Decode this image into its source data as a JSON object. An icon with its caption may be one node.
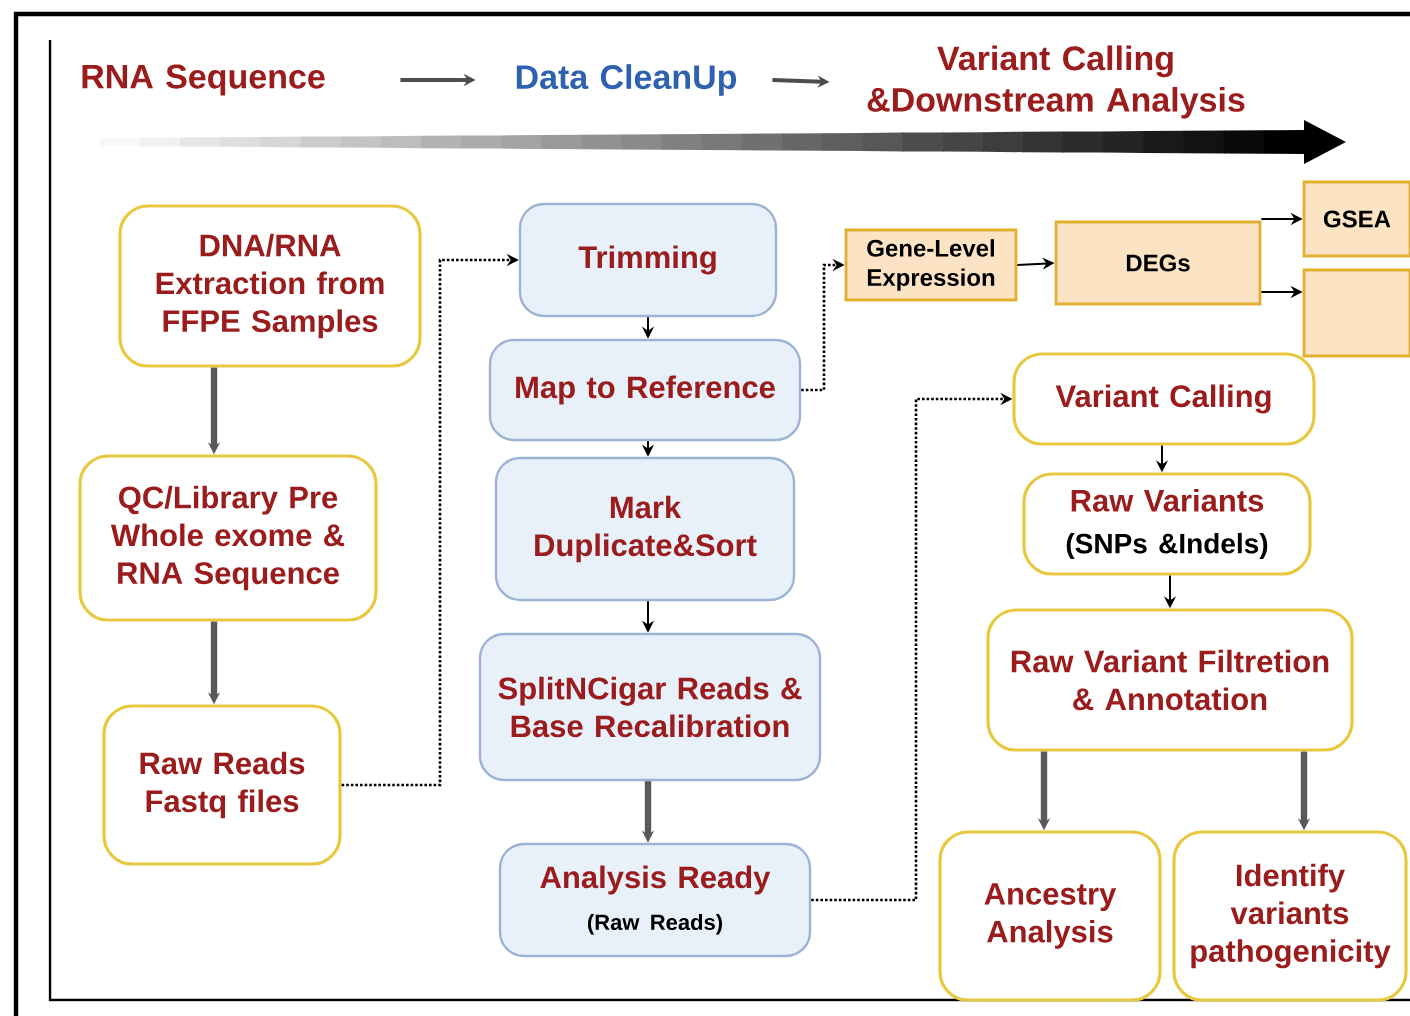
{
  "diagram": {
    "nodes": [
      {
        "text": [
          "RNA Sequence"
        ]
      },
      {
        "text": [
          "Data CleanUp"
        ]
      },
      {
        "text": [
          "Variant Calling &Downstream Analysis"
        ]
      },
      {
        "text": [
          "DNA/RNA Extraction from FFPE Samples"
        ]
      },
      {
        "text": [
          "QC/Library Pre Whole exome & RNA Sequence"
        ]
      },
      {
        "text": [
          "Raw Reads Fastq files"
        ]
      },
      {
        "text": [
          "Trimming"
        ]
      },
      {
        "text": [
          "Map to Reference"
        ]
      },
      {
        "text": [
          "Mark Duplicate&Sort"
        ]
      },
      {
        "text": [
          "SplitNCigar Reads & Base Recalibration"
        ]
      },
      {
        "text": [
          "Analysis Ready",
          "(Raw Reads)"
        ]
      },
      {
        "text": [
          "Gene-Level Expression"
        ]
      },
      {
        "text": [
          "DEGs"
        ]
      },
      {
        "text": [
          "GSEA"
        ]
      },
      {
        "text": [],
        "shape": "box"
      },
      {
        "text": [
          "Variant Calling"
        ]
      },
      {
        "text": [
          "Raw Variants",
          "(SNPs &Indels)"
        ]
      },
      {
        "text": [
          "Raw Variant Filtretion & Annotation"
        ]
      },
      {
        "text": [
          "Ancestry Analysis"
        ]
      },
      {
        "text": [
          "Identify variants pathogenicity"
        ]
      }
    ],
    "edges": [
      {
        "from": 0,
        "to": 1,
        "arrow": "to"
      },
      {
        "from": 1,
        "to": 2,
        "arrow": "to"
      },
      {
        "from": 3,
        "to": 4,
        "arrow": "to",
        "style": "thick"
      },
      {
        "from": 4,
        "to": 5,
        "arrow": "to",
        "style": "thick"
      },
      {
        "from": 5,
        "to": 6,
        "arrow": "to",
        "style": "dashed"
      },
      {
        "from": 6,
        "to": 7,
        "arrow": "to"
      },
      {
        "from": 7,
        "to": 11,
        "arrow": "to",
        "style": "dashed"
      },
      {
        "from": 7,
        "to": 8,
        "arrow": "to"
      },
      {
        "from": 8,
        "to": 9,
        "arrow": "to"
      },
      {
        "from": 9,
        "to": 10,
        "arrow": "to",
        "style": "thick"
      },
      {
        "from": 10,
        "to": 15,
        "arrow": "to",
        "style": "dashed"
      },
      {
        "from": 11,
        "to": 12,
        "arrow": "to"
      },
      {
        "from": 12,
        "to": 13,
        "arrow": "to"
      },
      {
        "from": 12,
        "to": 14,
        "arrow": "to"
      },
      {
        "from": 15,
        "to": 16,
        "arrow": "to"
      },
      {
        "from": 16,
        "to": 17,
        "arrow": "to"
      },
      {
        "from": 17,
        "to": 18,
        "arrow": "to",
        "style": "thick"
      },
      {
        "from": 17,
        "to": 19,
        "arrow": "to",
        "style": "thick"
      }
    ]
  }
}
